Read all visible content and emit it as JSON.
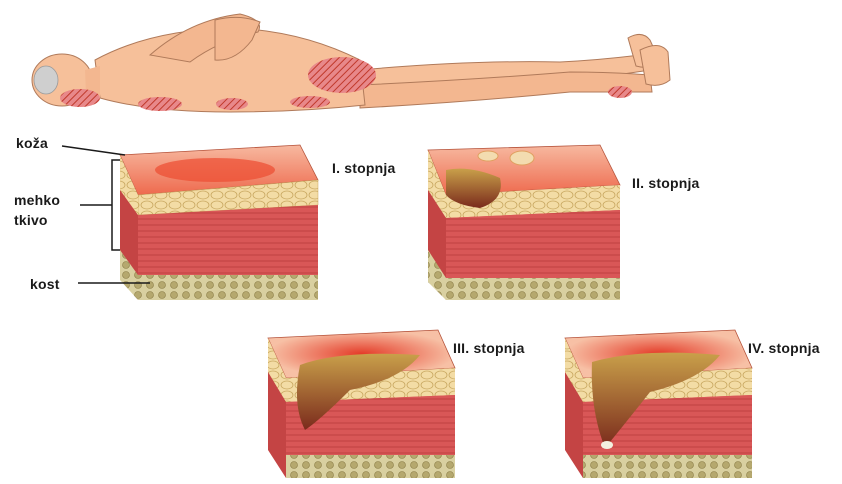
{
  "labels": {
    "skin": "koža",
    "soft_tissue_line1": "mehko",
    "soft_tissue_line2": "tkivo",
    "bone": "kost"
  },
  "stages": [
    {
      "label": "I. stopnja"
    },
    {
      "label": "II. stopnja"
    },
    {
      "label": "III. stopnja"
    },
    {
      "label": "IV. stopnja"
    }
  ],
  "colors": {
    "skin_body": "#f6c09a",
    "pressure_zone": "#d9534f",
    "skin_layer": "#e8503a",
    "fat_layer": "#f0d9a0",
    "muscle_layer": "#d44a4a",
    "bone_layer": "#c9bf8a"
  },
  "icons": {
    "figure": "reclining-human-figure",
    "blocks": "tissue-cross-section-block"
  }
}
